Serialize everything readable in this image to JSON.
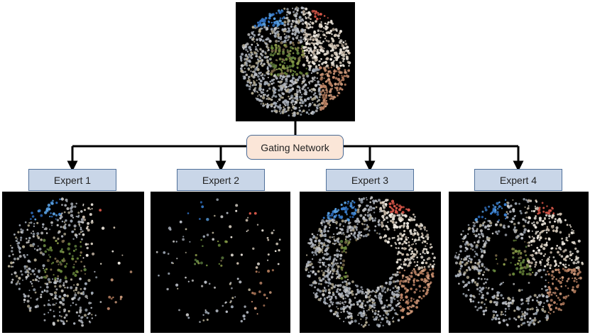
{
  "gating": {
    "label": "Gating Network"
  },
  "experts": [
    {
      "label": "Expert 1"
    },
    {
      "label": "Expert 2"
    },
    {
      "label": "Expert 3"
    },
    {
      "label": "Expert 4"
    }
  ],
  "colors": {
    "panel_background": "#000000",
    "expert_box_fill": "#c9d6e8",
    "gating_box_fill": "#fbe6d8",
    "connector": "#000000"
  }
}
